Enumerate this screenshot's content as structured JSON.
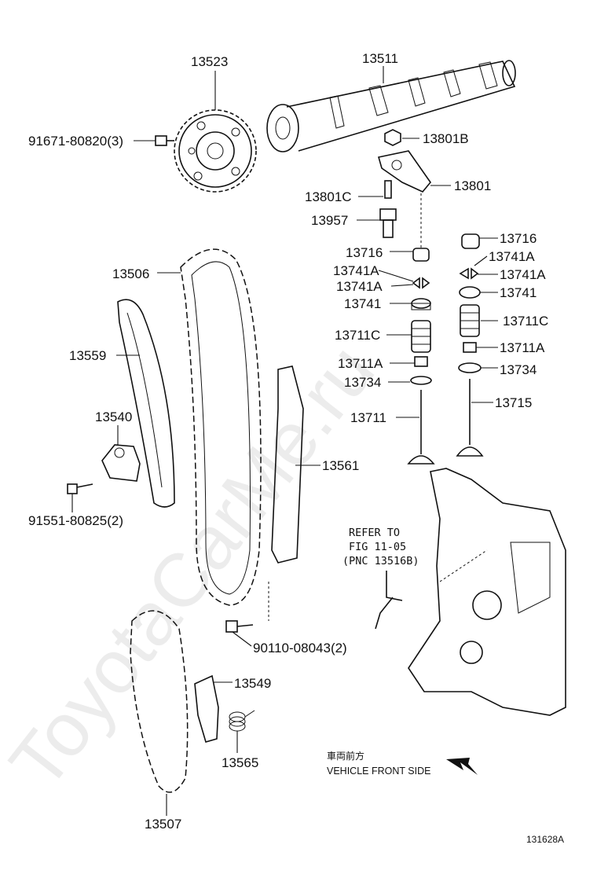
{
  "watermark": "ToyotaCarMe.ru",
  "labels": {
    "p13523": "13523",
    "p13511": "13511",
    "p91671": "91671-80820(3)",
    "p13801B": "13801B",
    "p13801C": "13801C",
    "p13801": "13801",
    "p13957": "13957",
    "p13716_l": "13716",
    "p13716_r": "13716",
    "p13741A_r1": "13741A",
    "p13741A_r2": "13741A",
    "p13741A_l1": "13741A",
    "p13741A_l2": "13741A",
    "p13506": "13506",
    "p13741_l": "13741",
    "p13741_r": "13741",
    "p13711C_l": "13711C",
    "p13711C_r": "13711C",
    "p13559": "13559",
    "p13711A_l": "13711A",
    "p13711A_r": "13711A",
    "p13734_l": "13734",
    "p13734_r": "13734",
    "p13540": "13540",
    "p13711": "13711",
    "p13715": "13715",
    "p13561": "13561",
    "p91551": "91551-80825(2)",
    "p90110": "90110-08043(2)",
    "p13549": "13549",
    "p13565": "13565",
    "p13507": "13507"
  },
  "refer_note": {
    "line1": "REFER TO",
    "line2": "FIG 11-05",
    "line3": "(PNC 13516B)"
  },
  "direction": {
    "japanese": "車両前方",
    "english": "VEHICLE FRONT SIDE"
  },
  "figure_id": "131628A"
}
